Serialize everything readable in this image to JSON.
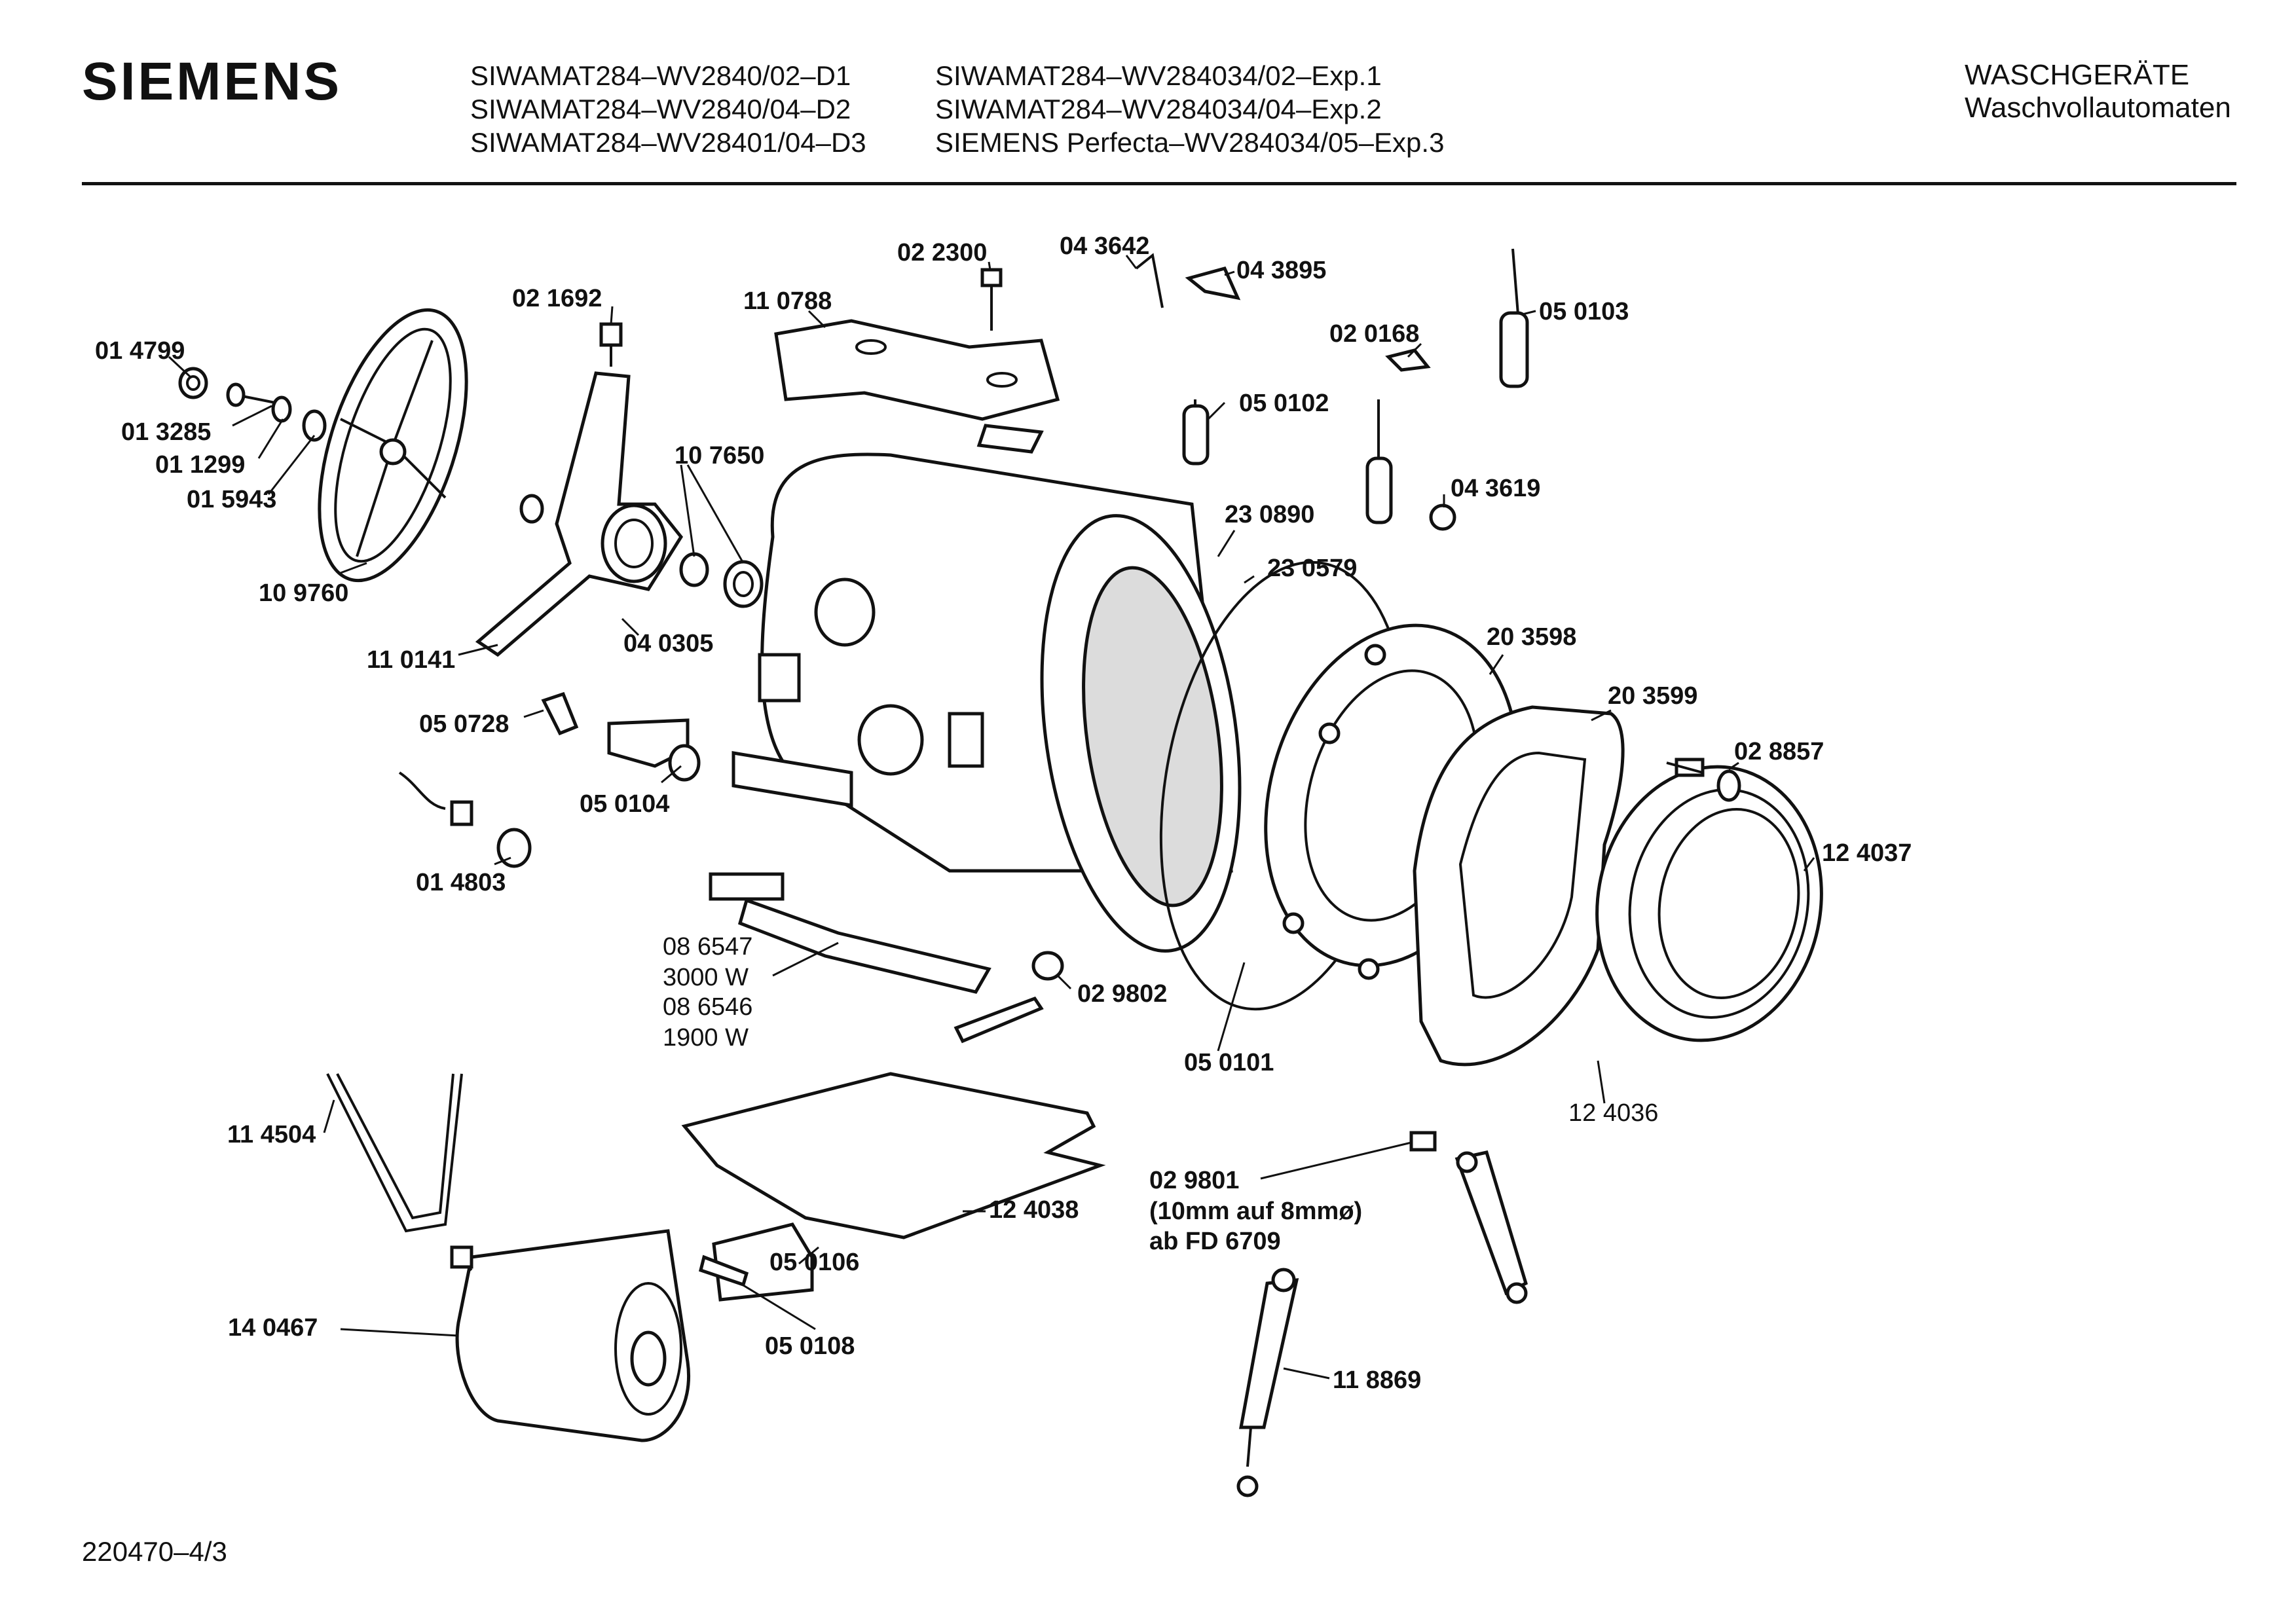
{
  "header": {
    "brand": "SIEMENS",
    "models_col1": [
      "SIWAMAT284–WV2840/02–D1",
      "SIWAMAT284–WV2840/04–D2",
      "SIWAMAT284–WV28401/04–D3"
    ],
    "models_col2": [
      "SIWAMAT284–WV284034/02–Exp.1",
      "SIWAMAT284–WV284034/04–Exp.2",
      "SIEMENS Perfecta–WV284034/05–Exp.3"
    ],
    "category": "WASCHGERÄTE",
    "subcategory": "Waschvollautomaten"
  },
  "footer": {
    "doc_ref": "220470–4/3"
  },
  "parts": [
    "01 4799",
    "02 1692",
    "11 0788",
    "02 2300",
    "04 3642",
    "04 3895",
    "05 0103",
    "02 0168",
    "01 3285",
    "01 1299",
    "01 5943",
    "10 7650",
    "05 0102",
    "04 3619",
    "23 0890",
    "23 0579",
    "10 9760",
    "11 0141",
    "04 0305",
    "20 3598",
    "20 3599",
    "05 0728",
    "05 0104",
    "02 8857",
    "12 4037",
    "01 4803",
    "08 6547",
    "3000 W",
    "08 6546",
    "1900 W",
    "02 9802",
    "05 0101",
    "12 4036",
    "11 4504",
    "02 9801",
    "(10mm auf 8mmø)",
    "ab FD 6709",
    "12 4038",
    "05 0106",
    "14 0467",
    "05 0108",
    "11 8869"
  ]
}
